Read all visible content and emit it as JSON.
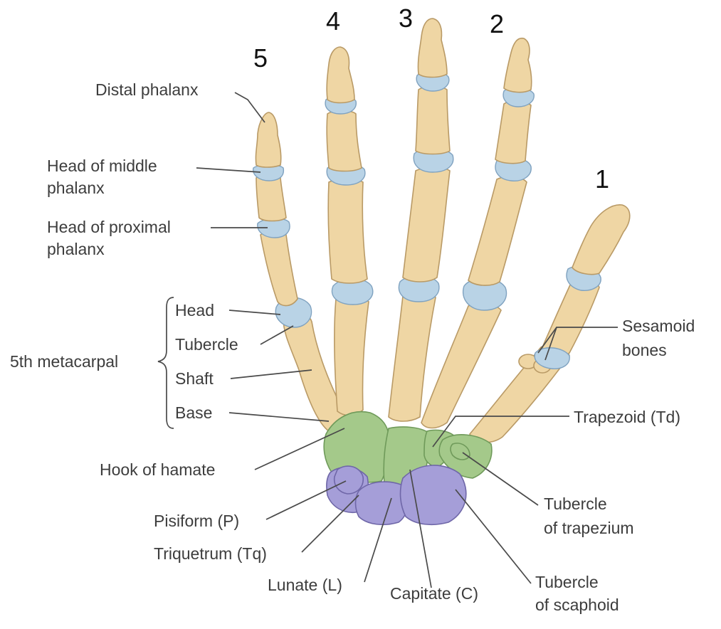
{
  "colors": {
    "bone": "#efd6a4",
    "cartilage": "#b9d3e6",
    "distal_carpals": "#a4c98a",
    "proximal_carpals": "#a59ed8",
    "text": "#3d3d3d"
  },
  "digit_numbers": {
    "d1": "1",
    "d2": "2",
    "d3": "3",
    "d4": "4",
    "d5": "5"
  },
  "labels": {
    "distal_phalanx": "Distal phalanx",
    "head_middle_1": "Head of middle",
    "head_middle_2": "phalanx",
    "head_proximal_1": "Head of proximal",
    "head_proximal_2": "phalanx",
    "fifth_metacarpal": "5th metacarpal",
    "head": "Head",
    "tubercle": "Tubercle",
    "shaft": "Shaft",
    "base": "Base",
    "hook_of_hamate": "Hook of hamate",
    "pisiform": "Pisiform (P)",
    "triquetrum": "Triquetrum (Tq)",
    "lunate": "Lunate (L)",
    "capitate": "Capitate (C)",
    "tubercle_scaphoid_1": "Tubercle",
    "tubercle_scaphoid_2": "of scaphoid",
    "tubercle_trapezium_1": "Tubercle",
    "tubercle_trapezium_2": "of trapezium",
    "trapezoid": "Trapezoid (Td)",
    "sesamoid_1": "Sesamoid",
    "sesamoid_2": "bones"
  }
}
